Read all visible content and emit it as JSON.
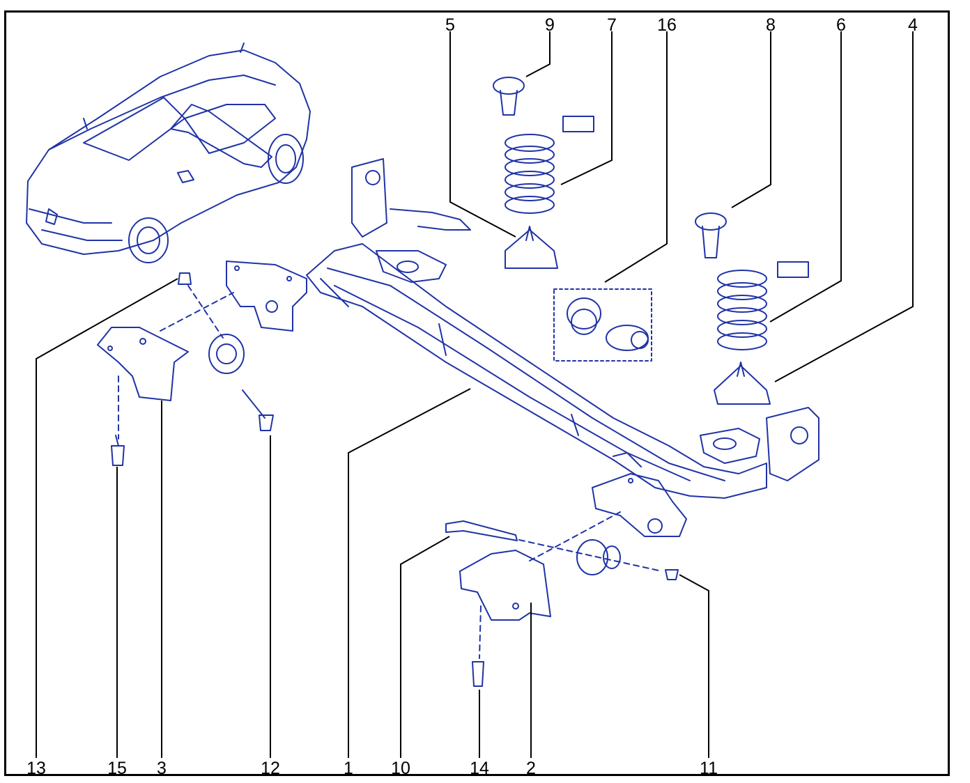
{
  "colors": {
    "line": "#1f33a6",
    "fill": "#ffffff",
    "leader": "#000000",
    "frame": "#000000"
  },
  "callouts": {
    "top": [
      "5",
      "9",
      "7",
      "16",
      "8",
      "6",
      "4"
    ],
    "bottom": [
      "13",
      "15",
      "3",
      "12",
      "1",
      "10",
      "14",
      "2",
      "11"
    ]
  }
}
